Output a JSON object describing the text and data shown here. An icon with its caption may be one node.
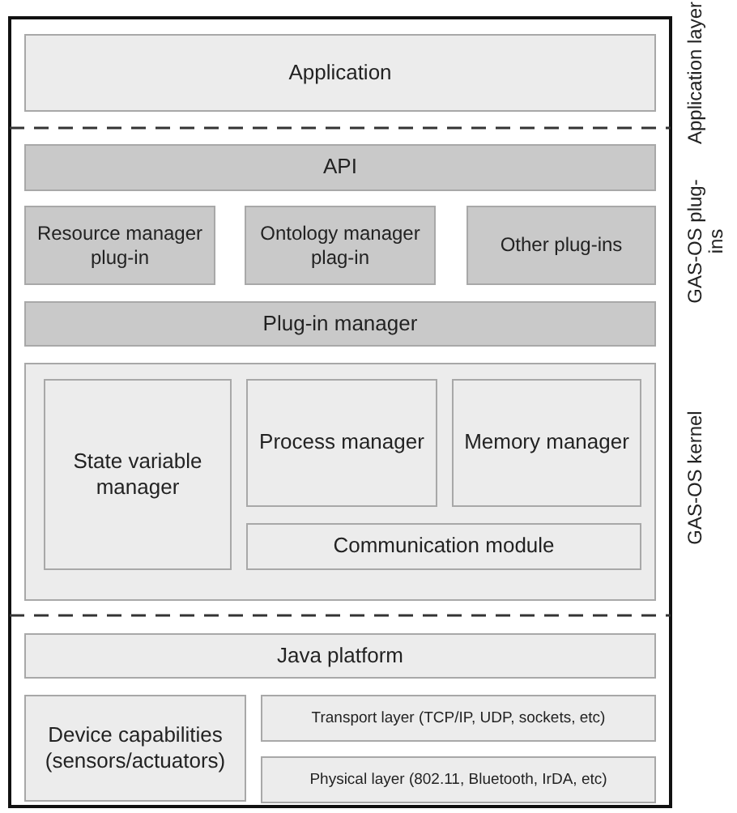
{
  "diagram": {
    "nodes": [
      {
        "text": [
          "Application"
        ]
      },
      {
        "text": [
          "API"
        ]
      },
      {
        "text": [
          "Resource manager plug-in"
        ]
      },
      {
        "text": [
          "Ontology manager plag-in"
        ]
      },
      {
        "text": [
          "Other plug-ins"
        ]
      },
      {
        "text": [
          "Plug-in manager"
        ]
      },
      {
        "text": [],
        "shape": "box"
      },
      {
        "text": [
          "State variable manager"
        ],
        "in": 6
      },
      {
        "text": [
          "Process manager"
        ],
        "in": 6
      },
      {
        "text": [
          "Memory manager"
        ],
        "in": 6
      },
      {
        "text": [
          "Communication module"
        ],
        "in": 6
      },
      {
        "text": [
          "Java platform"
        ]
      },
      {
        "text": [
          "Device capabilities (sensors/actuators)"
        ]
      },
      {
        "text": [
          "Transport layer (TCP/IP, UDP, sockets, etc)"
        ]
      },
      {
        "text": [
          "Physical layer (802.11, Bluetooth, IrDA, etc)"
        ]
      }
    ],
    "labels": [
      "Application layer",
      "GAS-OS plug-ins",
      "GAS-OS kernel"
    ]
  }
}
